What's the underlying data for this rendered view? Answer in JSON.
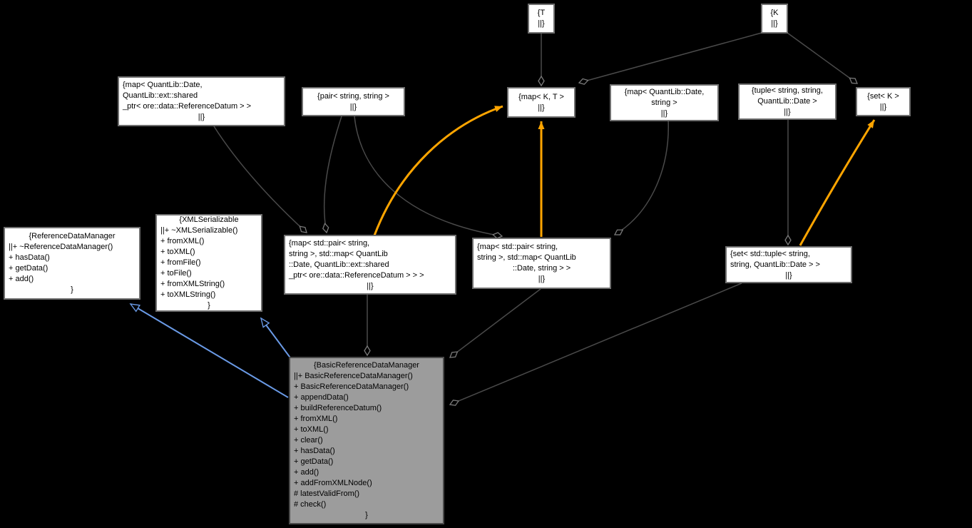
{
  "diagram": {
    "type": "uml-collaboration-graph",
    "background": "#000000",
    "colors": {
      "edge_gray": "#4a4a4a",
      "diamond_stroke": "#7a7a7a",
      "diamond_fill": "#000000",
      "template_arrow_orange": "#ffa500",
      "inheritance_arrow_blue": "#6a9ae6",
      "node_fill": "#ffffff",
      "node_border": "#6f6f6f",
      "focus_node_fill": "#9c9c9c",
      "focus_node_border": "#4a4a4a",
      "text": "#000000"
    },
    "nodes": {
      "t": {
        "lines": [
          "{T",
          "||}"
        ]
      },
      "k": {
        "lines": [
          "{K",
          "||}"
        ]
      },
      "map_date_refdatum": {
        "lines": [
          "{map< QuantLib::Date,",
          " QuantLib::ext::shared",
          "_ptr< ore::data::ReferenceDatum > >",
          "||}"
        ]
      },
      "pair_string_string": {
        "lines": [
          "{pair< string, string >",
          "||}"
        ]
      },
      "map_k_t": {
        "lines": [
          "{map< K, T >",
          "||}"
        ]
      },
      "map_date_string": {
        "lines": [
          "{map< QuantLib::Date,",
          "string >",
          "||}"
        ]
      },
      "tuple_string_string_date": {
        "lines": [
          "{tuple< string, string,",
          "QuantLib::Date >",
          "||}"
        ]
      },
      "set_k": {
        "lines": [
          "{set< K >",
          "||}"
        ]
      },
      "reference_data_manager": {
        "lines": [
          "{ReferenceDataManager",
          "||+ ~ReferenceDataManager()",
          "+ hasData()",
          "+ getData()",
          "+ add()",
          "}"
        ]
      },
      "xml_serializable": {
        "lines": [
          "{XMLSerializable",
          "||+ ~XMLSerializable()",
          "+ fromXML()",
          "+ toXML()",
          "+ fromFile()",
          "+ toFile()",
          "+ fromXMLString()",
          "+ toXMLString()",
          "}"
        ]
      },
      "map_pair_map_refdatum": {
        "lines": [
          "{map< std::pair< string,",
          " string >, std::map< QuantLib",
          "::Date, QuantLib::ext::shared",
          "_ptr< ore::data::ReferenceDatum > > >",
          "||}"
        ]
      },
      "map_pair_map_string": {
        "lines": [
          "{map< std::pair< string,",
          " string >, std::map< QuantLib",
          "::Date, string > >",
          "||}"
        ]
      },
      "set_tuple": {
        "lines": [
          "{set< std::tuple< string,",
          " string, QuantLib::Date > >",
          "||}"
        ]
      },
      "basic_reference_data_manager": {
        "lines": [
          "{BasicReferenceDataManager",
          "||+ BasicReferenceDataManager()",
          "+ BasicReferenceDataManager()",
          "+ appendData()",
          "+ buildReferenceDatum()",
          "+ fromXML()",
          "+ toXML()",
          "+ clear()",
          "+ hasData()",
          "+ getData()",
          "+ add()",
          "+ addFromXMLNode()",
          "# latestValidFrom()",
          "# check()",
          "}"
        ]
      }
    },
    "edges": [
      {
        "from": "t",
        "to": "map_k_t",
        "kind": "aggregation"
      },
      {
        "from": "k",
        "to": "map_k_t",
        "kind": "aggregation"
      },
      {
        "from": "k",
        "to": "set_k",
        "kind": "aggregation"
      },
      {
        "from": "map_date_refdatum",
        "to": "map_pair_map_refdatum",
        "kind": "aggregation"
      },
      {
        "from": "pair_string_string",
        "to": "map_pair_map_refdatum",
        "kind": "aggregation"
      },
      {
        "from": "pair_string_string",
        "to": "map_pair_map_string",
        "kind": "aggregation"
      },
      {
        "from": "map_date_string",
        "to": "map_pair_map_string",
        "kind": "aggregation"
      },
      {
        "from": "tuple_string_string_date",
        "to": "set_tuple",
        "kind": "aggregation"
      },
      {
        "from": "map_pair_map_refdatum",
        "to": "basic_reference_data_manager",
        "kind": "aggregation"
      },
      {
        "from": "map_pair_map_string",
        "to": "basic_reference_data_manager",
        "kind": "aggregation"
      },
      {
        "from": "set_tuple",
        "to": "basic_reference_data_manager",
        "kind": "aggregation"
      },
      {
        "from": "map_pair_map_refdatum",
        "to": "map_k_t",
        "kind": "template-instantiation"
      },
      {
        "from": "map_pair_map_string",
        "to": "map_k_t",
        "kind": "template-instantiation"
      },
      {
        "from": "set_tuple",
        "to": "set_k",
        "kind": "template-instantiation"
      },
      {
        "from": "basic_reference_data_manager",
        "to": "reference_data_manager",
        "kind": "inheritance"
      },
      {
        "from": "basic_reference_data_manager",
        "to": "xml_serializable",
        "kind": "inheritance"
      }
    ]
  }
}
